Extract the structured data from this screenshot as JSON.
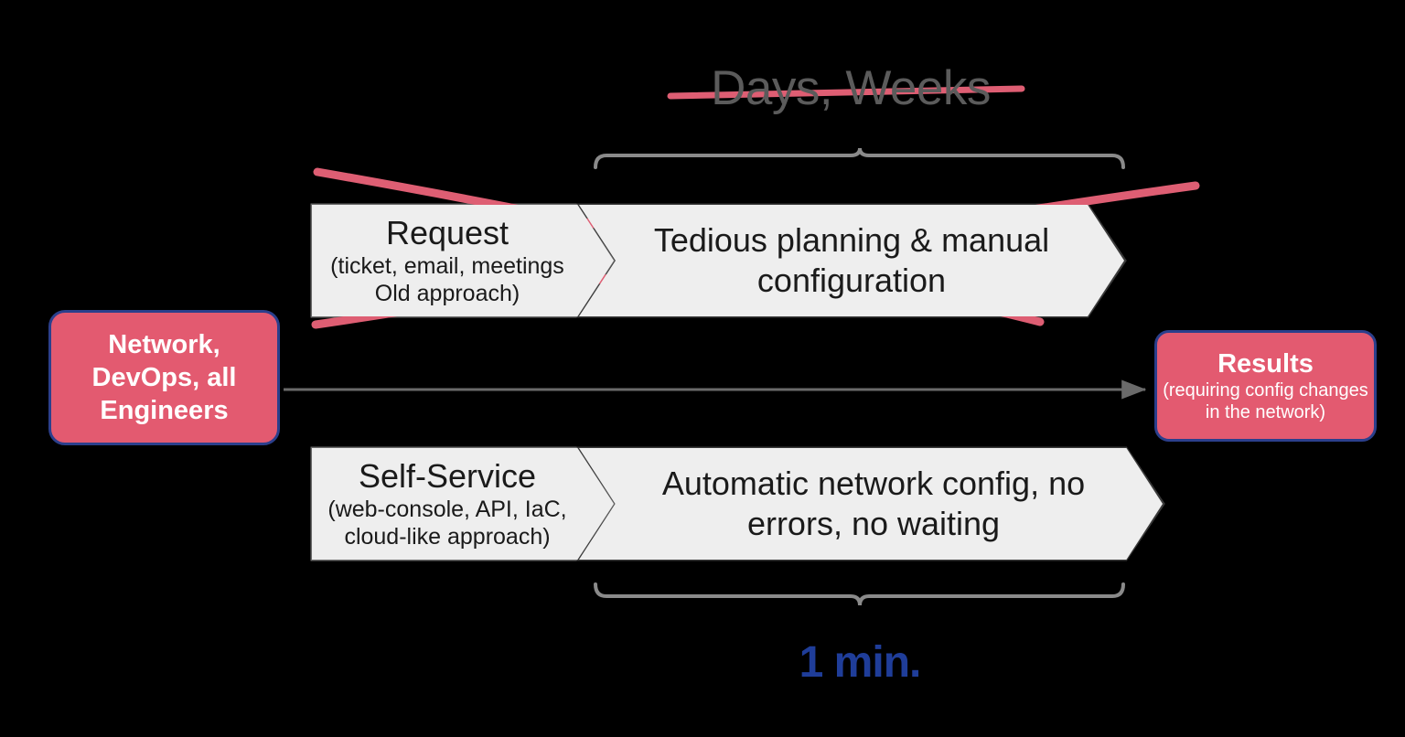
{
  "diagram": {
    "title_struck": "Days, Weeks",
    "duration_label": "1 min.",
    "colors": {
      "accent_red": "#e35a70",
      "strike_red": "#de5e73",
      "box_border_blue": "#2b3f8c",
      "duration_blue": "#1f3d99",
      "chevron_fill": "#eeeeee",
      "chevron_stroke": "#6a6a6a",
      "title_gray": "#5b5b5b",
      "background": "#000000"
    },
    "actors_box": {
      "title": "Network, DevOps, all Engineers"
    },
    "results_box": {
      "title": "Results",
      "subtitle": "(requiring config changes in the network)"
    },
    "old_path": {
      "step1_title": "Request",
      "step1_subtitle": "(ticket, email, meetings Old approach)",
      "step2_text": "Tedious planning & manual configuration",
      "crossed_out": "true"
    },
    "new_path": {
      "step1_title": "Self-Service",
      "step1_subtitle": "(web-console, API, IaC, cloud-like approach)",
      "step2_text": "Automatic network config, no errors, no waiting"
    },
    "braces": {
      "top_label": "Days, Weeks",
      "bottom_label": "1 min."
    }
  }
}
